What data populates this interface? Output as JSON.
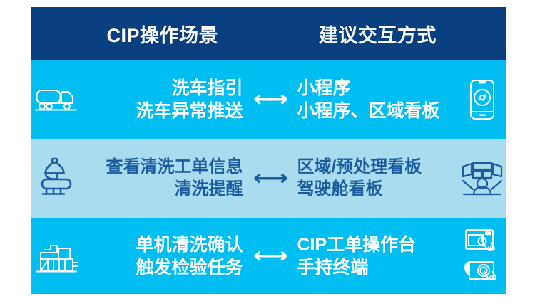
{
  "header": {
    "col_left": "CIP操作场景",
    "col_right": "建议交互方式"
  },
  "arrow_glyph": "⟷",
  "colors": {
    "header_bg": "#0a3f7f",
    "row_light_bg": "#00bdf2",
    "row_pale_bg": "#a9dcee",
    "text_on_light": "#ffffff",
    "text_on_pale": "#1b5c9e"
  },
  "rows": [
    {
      "style": "light",
      "left_icon": "tanker-truck-icon",
      "right_icon": "smartphone-miniprogram-icon",
      "scenario": [
        "洗车指引",
        "洗车异常推送"
      ],
      "interaction": [
        "小程序",
        "小程序、区域看板"
      ]
    },
    {
      "style": "pale",
      "left_icon": "cip-tank-vessel-icon",
      "right_icon": "control-room-monitors-icon",
      "scenario": [
        "查看清洗工单信息",
        "清洗提醒"
      ],
      "interaction": [
        "区域/预处理看板",
        "驾驶舱看板"
      ]
    },
    {
      "style": "light",
      "left_icon": "factory-plant-icon",
      "right_icon": "touch-console-icon",
      "right_icon_secondary": "handheld-tablet-icon",
      "scenario": [
        "单机清洗确认",
        "触发检验任务"
      ],
      "interaction": [
        "CIP工单操作台",
        "手持终端"
      ]
    }
  ]
}
